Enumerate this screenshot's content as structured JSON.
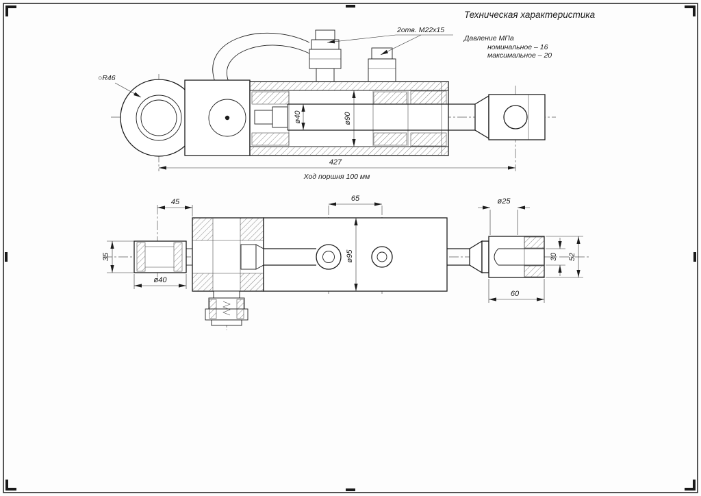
{
  "tech_spec": {
    "title": "Техническая характеристика",
    "pressure_label": "Давление  МПа",
    "nominal_line": "номинальное  –  16",
    "max_line": "максимальное – 20"
  },
  "top_view": {
    "ports_note": "2отв. М22х15",
    "eye_radius_label": "○R46",
    "rod_diameter_label": "ø40",
    "bore_diameter_label": "ø90",
    "overall_length_label": "427",
    "stroke_note": "Ход поршня 100 мм"
  },
  "bottom_view": {
    "offset_45": "45",
    "spacing_65": "65",
    "width_35": "35",
    "dia_40": "ø40",
    "dia_95": "ø95",
    "dia_25": "ø25",
    "slot_30": "30",
    "height_52": "52",
    "length_60": "60"
  }
}
